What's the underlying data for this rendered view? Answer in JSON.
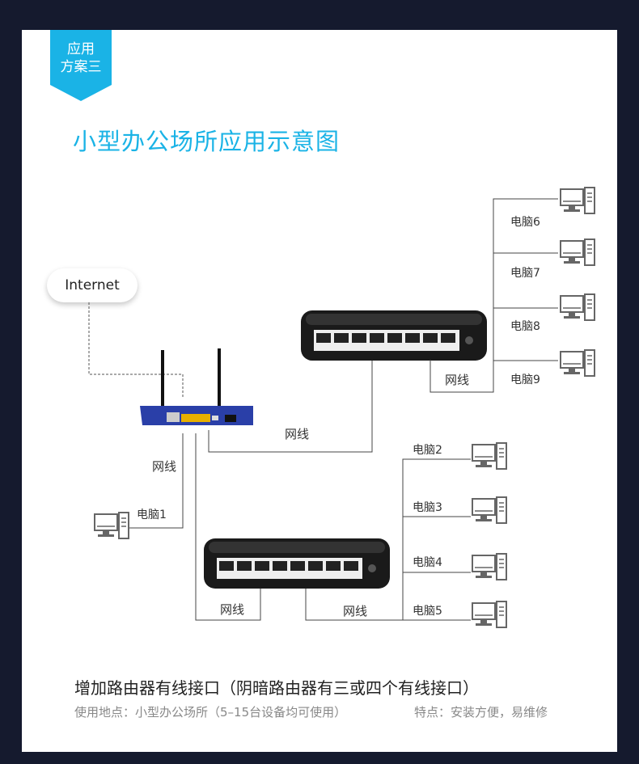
{
  "badge": {
    "line1": "应用",
    "line2": "方案三",
    "color": "#1ab3e6"
  },
  "title": "小型办公场所应用示意图",
  "internet_label": "Internet",
  "cable_label": "网线",
  "upper_switch_pcs": [
    "电脑6",
    "电脑7",
    "电脑8",
    "电脑9"
  ],
  "lower_switch_pcs": [
    "电脑2",
    "电脑3",
    "电脑4",
    "电脑5"
  ],
  "router_pc": "电脑1",
  "caption": "增加路由器有线接口（阴暗路由器有三或四个有线接口）",
  "usage": "使用地点：小型办公场所（5–15台设备均可使用）",
  "features": "特点：安装方便，易维修",
  "colors": {
    "background": "#151a2e",
    "panel": "#ffffff",
    "accent": "#1ab3e6",
    "router": "#2a3fa8",
    "switch": "#1a1a1a"
  }
}
